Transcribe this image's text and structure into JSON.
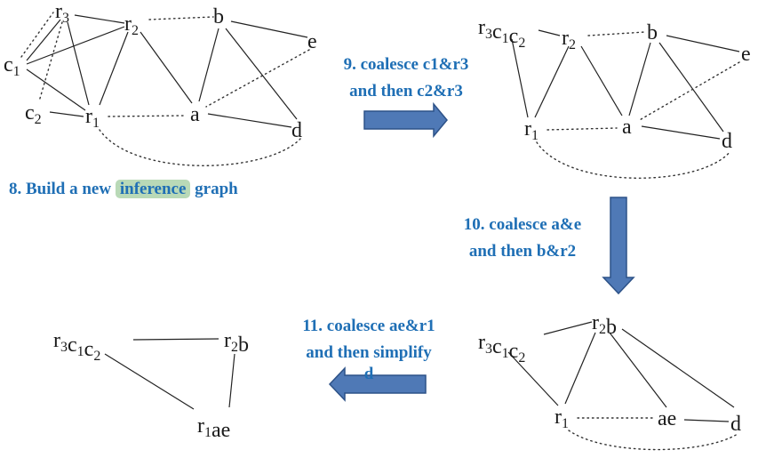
{
  "graphs": {
    "g1": {
      "r3": "r3",
      "r2": "r2",
      "b": "b",
      "e": "e",
      "c1": "c1",
      "c2": "c2",
      "r1": "r1",
      "a": "a",
      "d": "d"
    },
    "g2": {
      "r3c1c2": "r3c1c2",
      "r2": "r2",
      "b": "b",
      "e": "e",
      "r1": "r1",
      "a": "a",
      "d": "d"
    },
    "g3": {
      "r3c1c2": "r3c1c2",
      "r2b": "r2b",
      "r1": "r1",
      "ae": "ae",
      "d": "d"
    },
    "g4": {
      "r3c1c2": "r3c1c2",
      "r2b": "r2b",
      "r1ae": "r1ae"
    }
  },
  "steps": {
    "step8": {
      "prefix": "8. Build a new ",
      "highlight": "inference",
      "suffix": " graph"
    },
    "step9": {
      "line1": "9. coalesce c1&r3",
      "line2": "and then c2&r3"
    },
    "step10": {
      "line1": "10. coalesce a&e",
      "line2": "and then b&r2"
    },
    "step11": {
      "line1": "11. coalesce ae&r1",
      "line2": "and then simplify",
      "line3": "d"
    }
  },
  "colors": {
    "step_text": "#1f6fb5",
    "highlight": "#b9d9b7",
    "arrow_fill": "#4f79b6"
  }
}
